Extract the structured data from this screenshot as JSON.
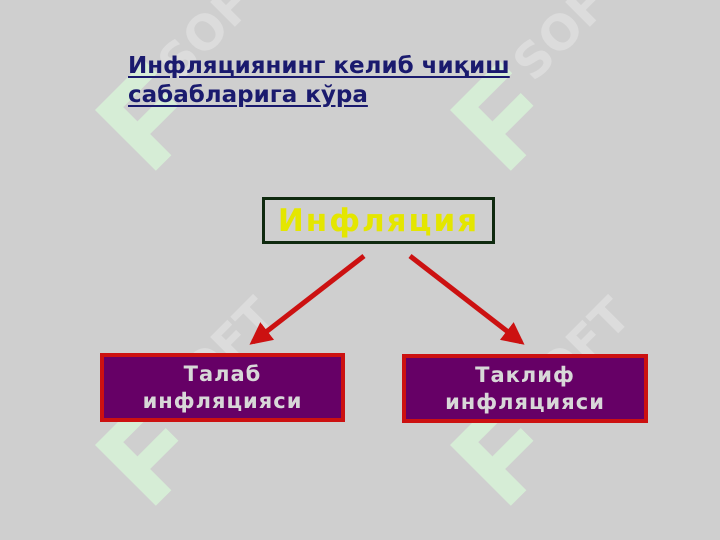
{
  "title": {
    "line1": "Инфляциянинг келиб чиқиш",
    "line2": "сабабларига кўра"
  },
  "watermark": {
    "text": "SOFT"
  },
  "root": {
    "label": "Инфляция"
  },
  "children": [
    {
      "label": "Талаб\nинфляцияси"
    },
    {
      "label": "Таклиф\nинфляцияси"
    }
  ],
  "colors": {
    "background": "#cfcfcf",
    "title": "#1a1a6e",
    "root_text": "#e4e600",
    "root_border": "#0f2a0f",
    "child_fill": "#660066",
    "child_border": "#cc1111",
    "arrow": "#cc1111",
    "watermark": "#d8f0d8"
  }
}
